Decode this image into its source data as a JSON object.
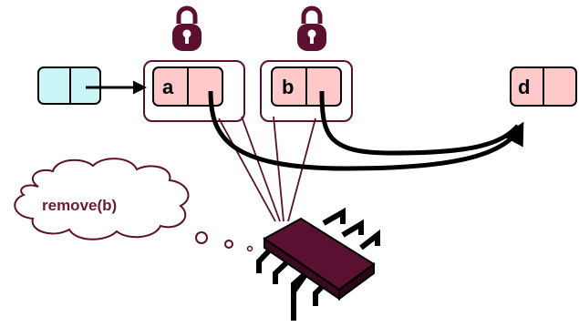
{
  "diagram": {
    "nodes": [
      {
        "id": "head",
        "label": ""
      },
      {
        "id": "a",
        "label": "a",
        "locked": true
      },
      {
        "id": "b",
        "label": "b",
        "locked": true
      },
      {
        "id": "d",
        "label": "d"
      }
    ],
    "thought": {
      "text": "remove(b)"
    },
    "icons": [
      "lock-icon",
      "lock-icon",
      "processor-chip-icon",
      "thought-cloud-icon"
    ],
    "colors": {
      "head_fill": "#c9f5f7",
      "node_fill": "#ffc9c9",
      "lock_color": "#5c0f2e",
      "highlight_border": "#5c0f2e",
      "chip_color": "#5a1030",
      "thought_text": "#6b1a3a"
    }
  }
}
